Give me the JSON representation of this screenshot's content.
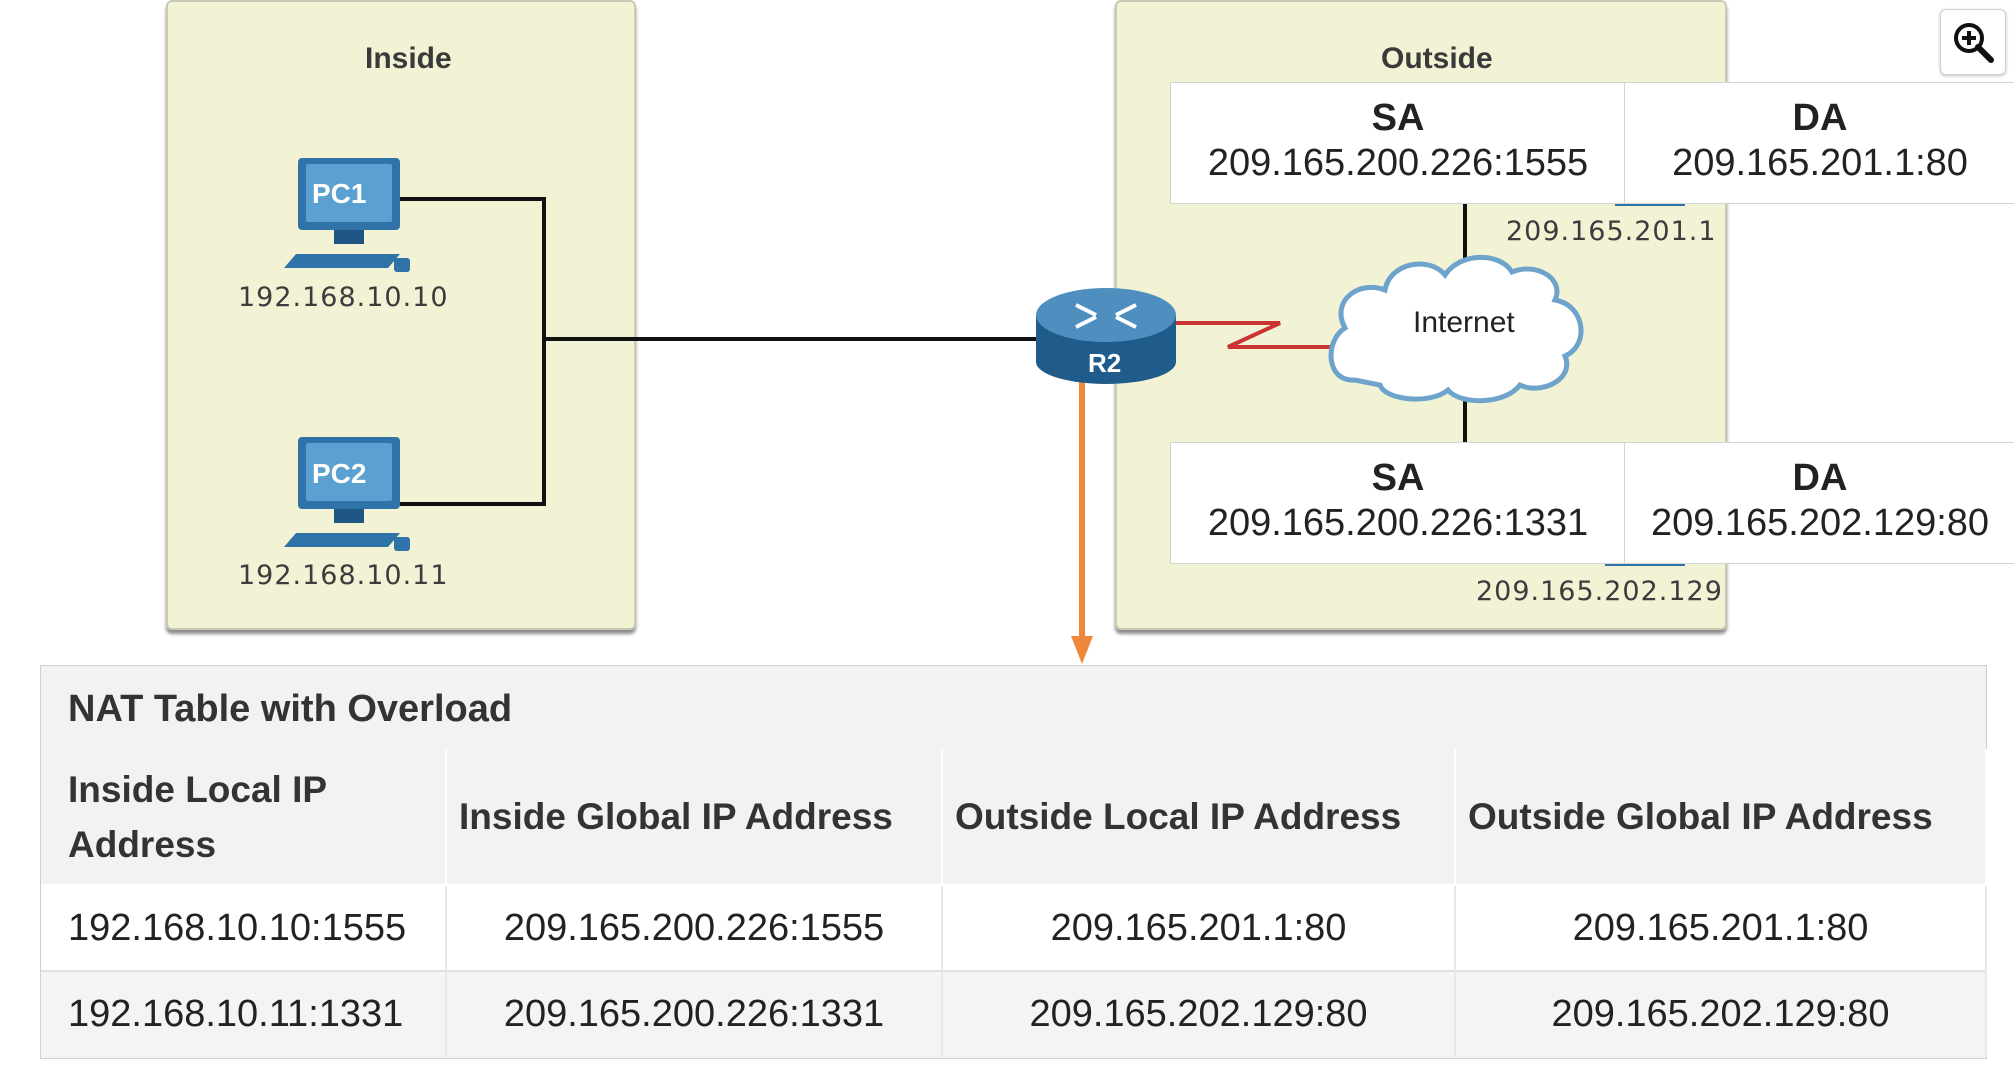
{
  "zones": {
    "inside_title": "Inside",
    "outside_title": "Outside"
  },
  "hosts": [
    {
      "name": "PC1",
      "ip": "192.168.10.10"
    },
    {
      "name": "PC2",
      "ip": "192.168.10.11"
    }
  ],
  "router": {
    "name": "R2"
  },
  "cloud": {
    "label": "Internet"
  },
  "servers": [
    {
      "ip": "209.165.201.1"
    },
    {
      "ip": "209.165.202.129"
    }
  ],
  "packets": [
    {
      "sa_label": "SA",
      "sa": "209.165.200.226:1555",
      "da_label": "DA",
      "da": "209.165.201.1:80"
    },
    {
      "sa_label": "SA",
      "sa": "209.165.200.226:1331",
      "da_label": "DA",
      "da": "209.165.202.129:80"
    }
  ],
  "nat_table": {
    "caption": "NAT Table with Overload",
    "headers": [
      "Inside Local IP Address",
      "Inside Global IP Address",
      "Outside Local IP Address",
      "Outside Global IP Address"
    ],
    "rows": [
      [
        "192.168.10.10:1555",
        "209.165.200.226:1555",
        "209.165.201.1:80",
        "209.165.201.1:80"
      ],
      [
        "192.168.10.11:1331",
        "209.165.200.226:1331",
        "209.165.202.129:80",
        "209.165.202.129:80"
      ]
    ]
  },
  "icons": {
    "zoom": "zoom-in-icon",
    "pc": "pc-icon",
    "router": "router-icon",
    "cloud": "cloud-icon"
  },
  "colors": {
    "zone_bg": "#f2f2d5",
    "serial_link": "#cc3333",
    "nat_arrow": "#f0883c",
    "device_blue": "#2f73a8"
  }
}
